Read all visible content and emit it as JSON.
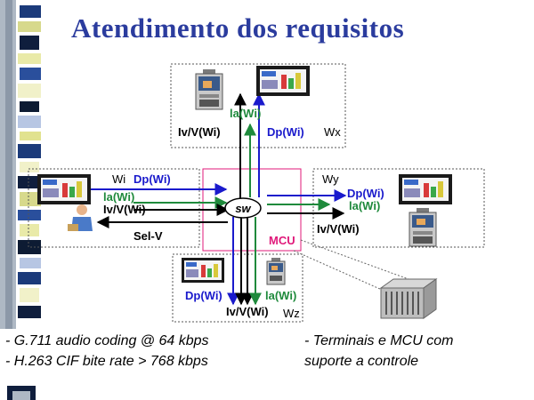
{
  "title": "Atendimento dos requisitos",
  "diagram": {
    "switch_label": "sw",
    "mcu_label": "MCU",
    "wx": {
      "name": "Wx",
      "la": "la(Wi)",
      "iv": "Iv/V(Wi)",
      "dp": "Dp(Wi)"
    },
    "wi": {
      "name": "Wi",
      "dp": "Dp(Wi)",
      "la": "la(Wi)",
      "iv": "Iv/V(Wi)",
      "sel": "Sel-V"
    },
    "wy": {
      "name": "Wy",
      "dp": "Dp(Wi)",
      "la": "la(Wi)",
      "iv": "Iv/V(Wi)"
    },
    "wz": {
      "name": "Wz",
      "dp": "Dp(Wi)",
      "la": "la(Wi)",
      "iv": "Iv/V(Wi)"
    },
    "colors": {
      "dp": "#1a1acc",
      "la": "#1f8a3c",
      "iv": "#000000",
      "mcu": "#e0197a",
      "title": "#2b3c9e"
    }
  },
  "notes": {
    "left": [
      "- G.711 audio coding @ 64 kbps",
      "- H.263 CIF bite rate > 768 kbps"
    ],
    "right": [
      "- Terminais e MCU com",
      "suporte a controle"
    ]
  }
}
